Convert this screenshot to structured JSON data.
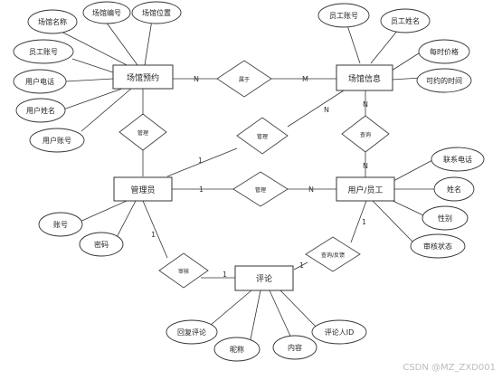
{
  "entities": {
    "venue_booking": "场馆预约",
    "venue_info": "场馆信息",
    "admin": "管理员",
    "user_staff": "用户/员工",
    "review": "评论"
  },
  "attributes": {
    "venue_name": "场馆名称",
    "venue_no": "场馆编号",
    "venue_location": "场馆位置",
    "staff_account_booking": "员工账号",
    "user_phone": "用户电话",
    "user_name": "用户姓名",
    "user_account": "用户账号",
    "staff_account_info": "员工账号",
    "staff_name": "员工姓名",
    "hourly_price": "每时价格",
    "available_time": "可约的时间",
    "admin_account": "账号",
    "admin_password": "密码",
    "contact_phone": "联系电话",
    "name": "姓名",
    "gender": "性别",
    "audit_status": "审核状态",
    "reply_review": "回复评论",
    "nickname": "昵称",
    "content": "内容",
    "reviewer_id": "评论人ID"
  },
  "relationships": {
    "belongs_to": "属于",
    "manage_booking": "管理",
    "manage_info": "管理",
    "manage_user": "管理",
    "query": "查询",
    "audit": "审核",
    "query_feedback": "查询/反馈"
  },
  "cardinalities": {
    "belongs_n": "N",
    "belongs_m": "M",
    "admin_info_1": "1",
    "admin_info_n": "N",
    "info_query_n": "N",
    "user_query_n": "N",
    "admin_user_1": "1",
    "admin_user_n": "N",
    "admin_audit_1": "1",
    "review_audit_1": "1",
    "review_feedback_1": "1",
    "user_feedback_1": "1"
  },
  "watermark": "CSDN @MZ_ZXD001"
}
